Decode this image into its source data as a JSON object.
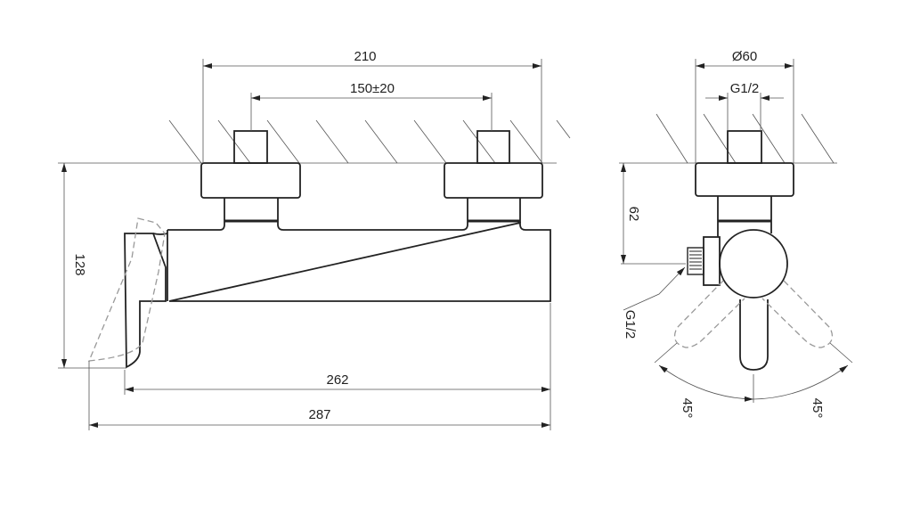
{
  "front_view": {
    "dim_overall_inlet_spacing": "210",
    "dim_inlet_centers": "150±20",
    "dim_height": "128",
    "dim_body_length": "262",
    "dim_total_length": "287"
  },
  "side_view": {
    "dim_flange_diameter": "Ø60",
    "dim_inlet_thread": "G1/2",
    "dim_outlet_height": "62",
    "dim_outlet_thread": "G1/2",
    "dim_angle_left": "45°",
    "dim_angle_right": "45°"
  }
}
